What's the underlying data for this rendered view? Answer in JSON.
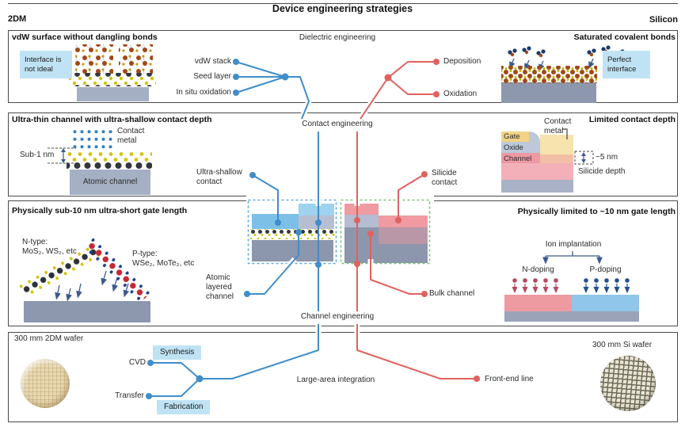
{
  "header": {
    "title": "Device engineering strategies",
    "left": "2DM",
    "right": "Silicon"
  },
  "row1": {
    "left_title": "vdW surface without dangling bonds",
    "left_chip": "Interface is not ideal",
    "center": "Dielectric engineering",
    "blue_labels": [
      "vdW stack",
      "Seed layer",
      "In situ oxidation"
    ],
    "red_labels": [
      "Deposition",
      "Oxidation"
    ],
    "right_title": "Saturated covalent bonds",
    "right_chip": "Perfect interface"
  },
  "row2": {
    "left_title": "Ultra-thin channel with ultra-shallow contact depth",
    "contact_metal": "Contact metal",
    "sub1nm": "Sub-1 nm",
    "atomic_channel": "Atomic channel",
    "ultra_shallow": "Ultra-shallow contact",
    "center": "Contact engineering",
    "silicide_contact": "Silicide contact",
    "right_title": "Limited contact depth",
    "gate": "Gate",
    "oxide": "Oxide",
    "channel": "Channel",
    "contact_metal_right": "Contact metal",
    "five_nm": "~5 nm",
    "silicide_depth": "Silicide depth"
  },
  "row3": {
    "left_title": "Physically sub-10 nm ultra-short gate length",
    "n_type": "N-type:",
    "n_type_materials": "MoS₂, WS₂, etc",
    "p_type": "P-type:",
    "p_type_materials": "WSe₂, MoTe₂, etc",
    "atomic_layered": "Atomic layered channel",
    "center": "Channel engineering",
    "bulk_channel": "Bulk channel",
    "right_title": "Physically limited to ~10 nm gate length",
    "ion_implantation": "Ion implantation",
    "n_doping": "N-doping",
    "p_doping": "P-doping"
  },
  "row4": {
    "left_label": "300 mm 2DM wafer",
    "cvd": "CVD",
    "synthesis": "Synthesis",
    "transfer": "Transfer",
    "fabrication": "Fabrication",
    "center": "Large-area integration",
    "front_end": "Front-end line",
    "right_label": "300 mm Si wafer"
  },
  "colors": {
    "blue_line": "#3f8ecb",
    "red_line": "#e0625e",
    "chip_bg": "#bfe3f4",
    "dashed_blue": "#5fa8dc",
    "dashed_green": "#79c279"
  }
}
